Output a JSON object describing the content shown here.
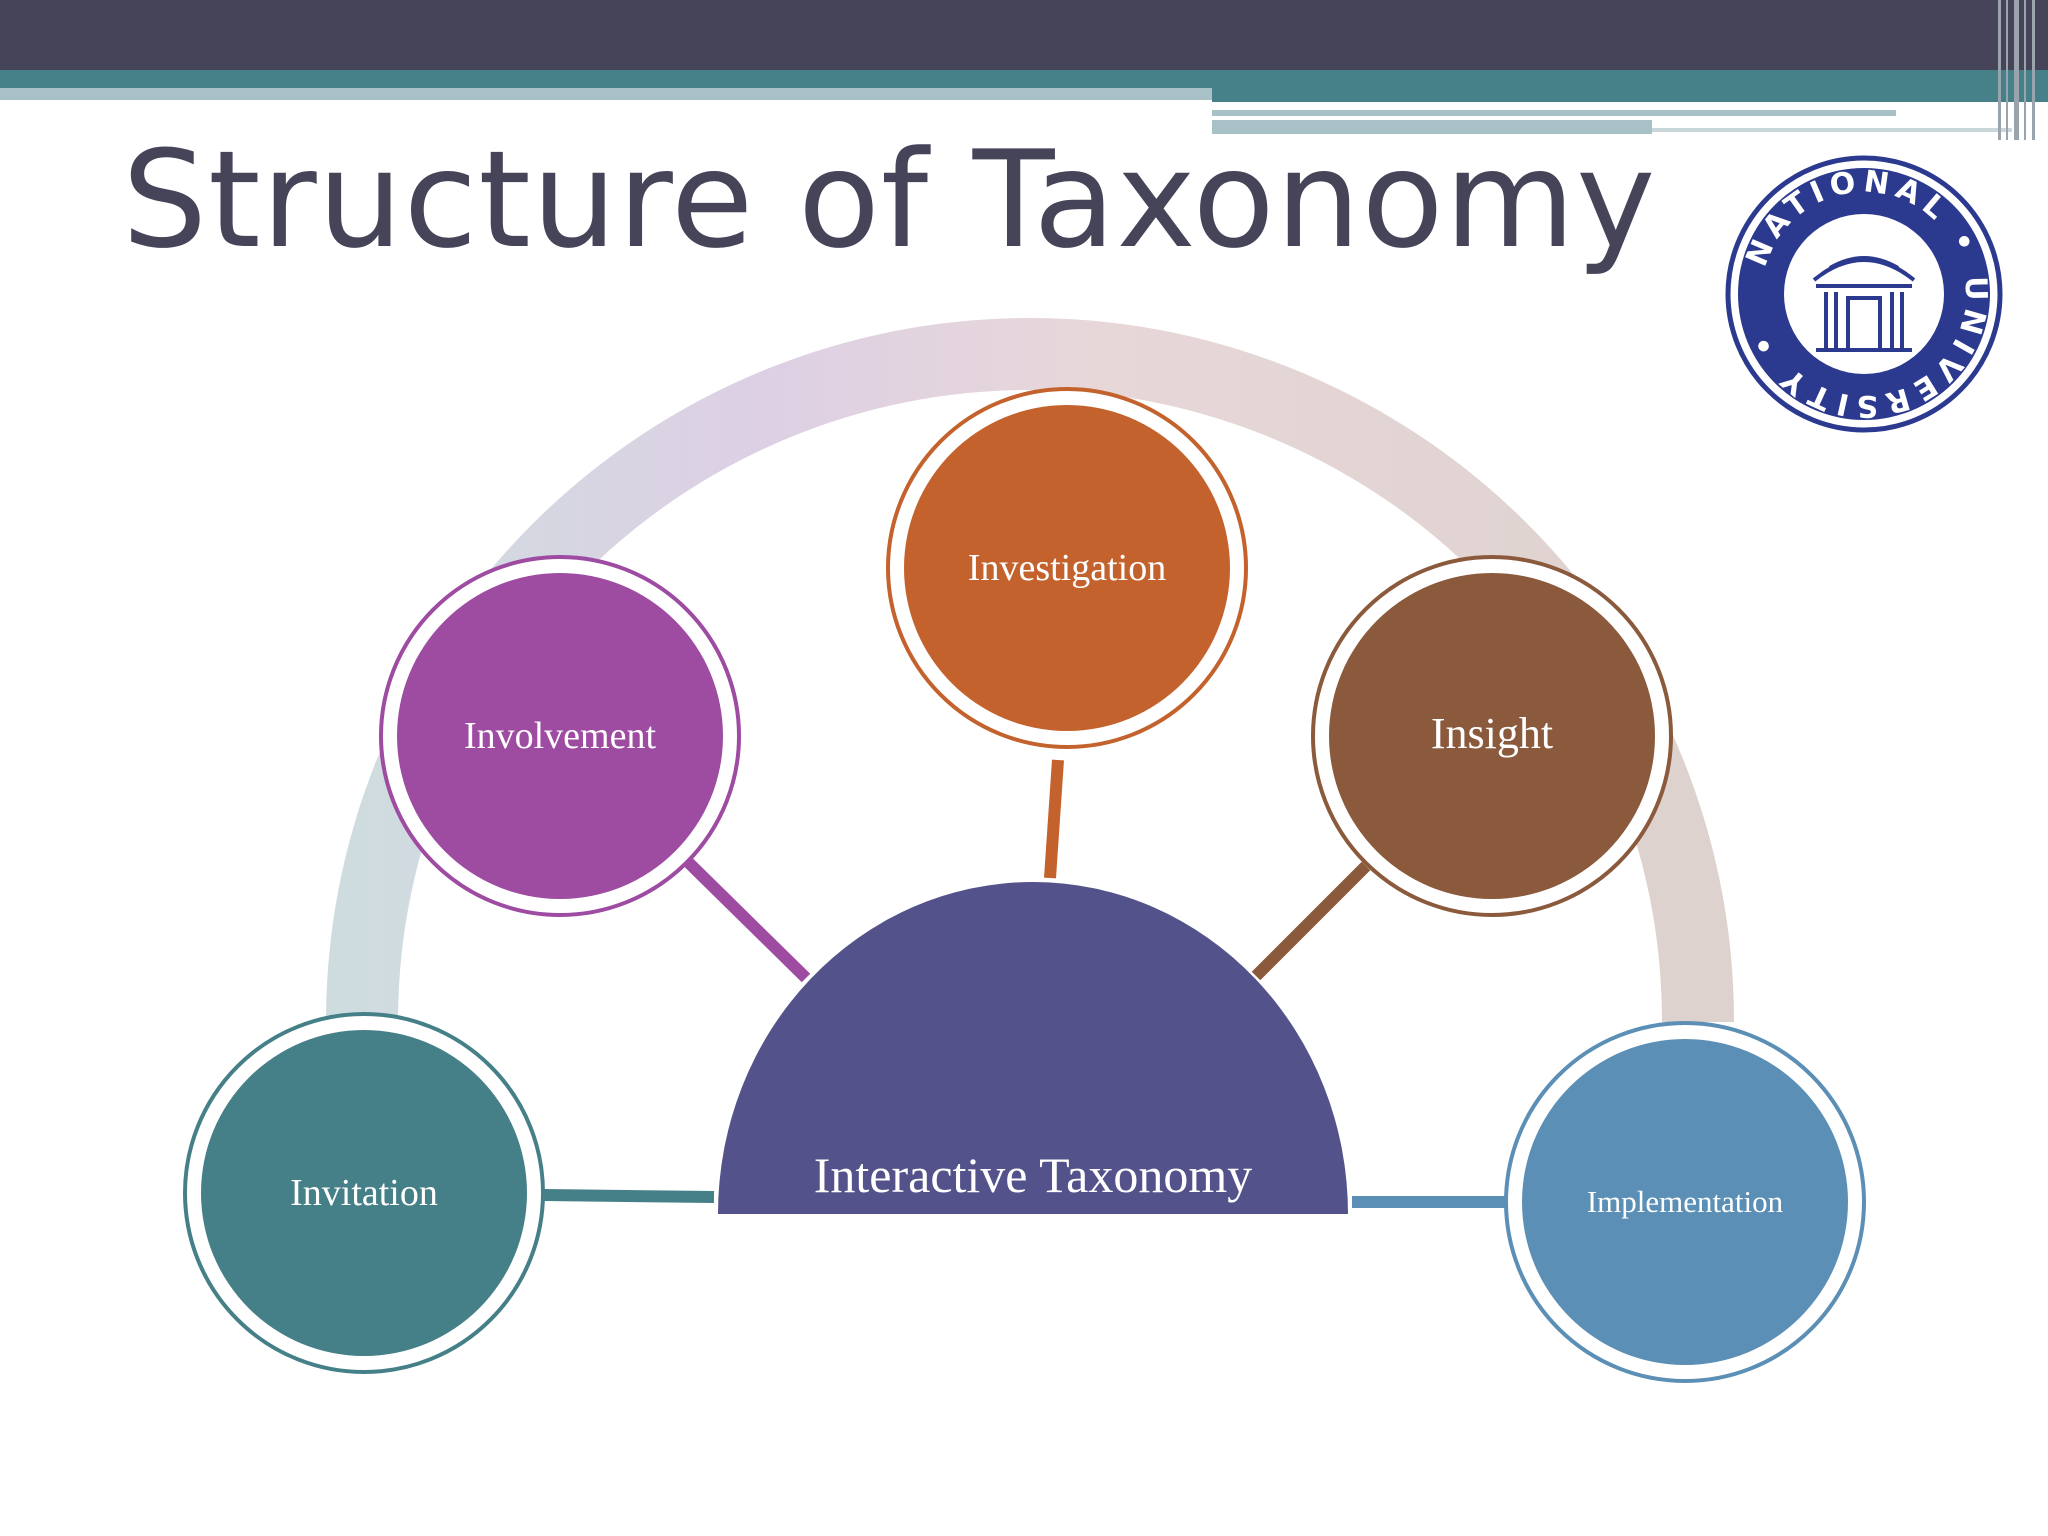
{
  "slide": {
    "title": "Structure of Taxonomy"
  },
  "logo": {
    "alt": "National University seal",
    "text": "NATIONAL UNIVERSITY",
    "color": "#2b3a8f"
  },
  "diagram": {
    "center": {
      "label": "Interactive Taxonomy",
      "color": "#54528a"
    },
    "nodes": [
      {
        "id": "invitation",
        "label": "Invitation",
        "color": "#457f87"
      },
      {
        "id": "involvement",
        "label": "Involvement",
        "color": "#9e4ba2"
      },
      {
        "id": "investigation",
        "label": "Investigation",
        "color": "#c4622e"
      },
      {
        "id": "insight",
        "label": "Insight",
        "color": "#8b5a3c"
      },
      {
        "id": "implementation",
        "label": "Implementation",
        "color": "#5b8fb5"
      }
    ]
  },
  "colors": {
    "header_dark": "#464459",
    "header_teal": "#468189",
    "header_light": "#a7c1c6"
  }
}
